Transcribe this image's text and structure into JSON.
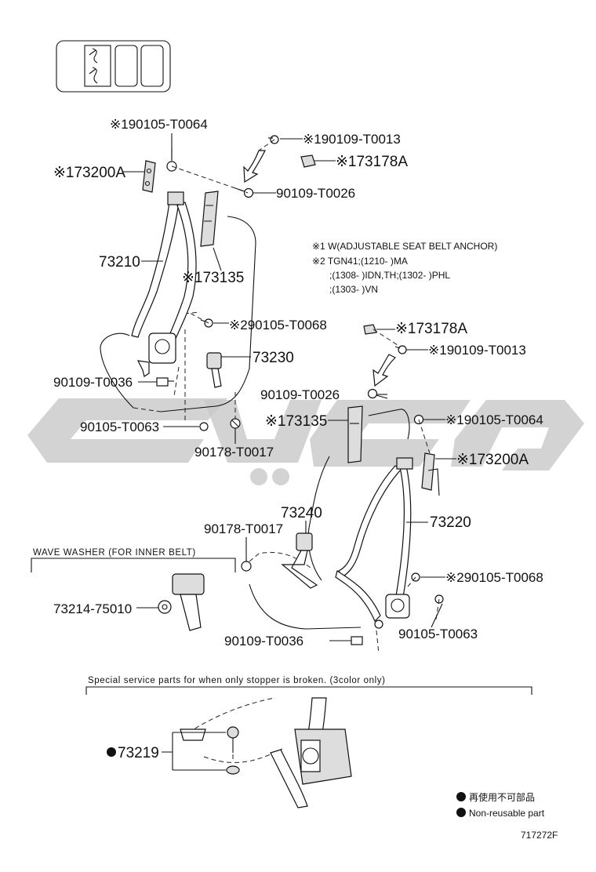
{
  "diagram_id": "717272F",
  "notes": {
    "note1": "※1 W(ADJUSTABLE SEAT BELT ANCHOR)",
    "note2_line1": "※2 TGN41;(1210-        )MA",
    "note2_line2": ";(1308-        )IDN,TH;(1302-        )PHL",
    "note2_line3": ";(1303-        )VN"
  },
  "parts": {
    "p90105_T0064_top": "※190105-T0064",
    "p73200A_top": "※173200A",
    "p90109_T0013_top": "※190109-T0013",
    "p73178A_top": "※173178A",
    "p90109_T0026_top": "90109-T0026",
    "p73210": "73210",
    "p73135_top": "※173135",
    "p90105_T0068_top": "※290105-T0068",
    "p73230": "73230",
    "p90109_T0036_left": "90109-T0036",
    "p90105_T0063_left": "90105-T0063",
    "p90178_T0017_top": "90178-T0017",
    "p73178A_right": "※173178A",
    "p90109_T0013_right": "※190109-T0013",
    "p90109_T0026_mid": "90109-T0026",
    "p90105_T0064_right": "※190105-T0064",
    "p73135_mid": "※173135",
    "p73200A_right": "※173200A",
    "p73240": "73240",
    "p73220": "73220",
    "p90178_T0017_mid": "90178-T0017",
    "p90105_T0068_right": "※290105-T0068",
    "p73214_75010": "73214-75010",
    "p90105_T0063_right": "90105-T0063",
    "p90109_T0036_bottom": "90109-T0036",
    "p73219": "73219"
  },
  "wave_washer_caption": "WAVE WASHER (FOR INNER BELT)",
  "special_service_caption": "Special service parts for when only stopper is broken. (3color only)",
  "legend": {
    "japanese": "再使用不可部品",
    "english": "Non-reusable part"
  },
  "colors": {
    "line": "#111111",
    "watermark": "#c9c9c9",
    "background": "#ffffff"
  }
}
